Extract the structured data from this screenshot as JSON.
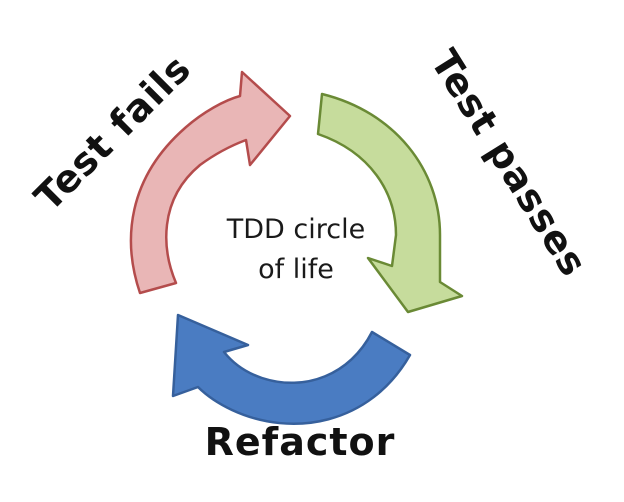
{
  "diagram": {
    "center_title_line1": "TDD circle",
    "center_title_line2": "of life",
    "stages": [
      {
        "label": "Test fails",
        "color": "#e9b6b6",
        "stroke": "#b44c4c"
      },
      {
        "label": "Test passes",
        "color": "#c6dc9c",
        "stroke": "#6a8a35"
      },
      {
        "label": "Refactor",
        "color": "#4a7cc2",
        "stroke": "#36609c"
      }
    ]
  }
}
